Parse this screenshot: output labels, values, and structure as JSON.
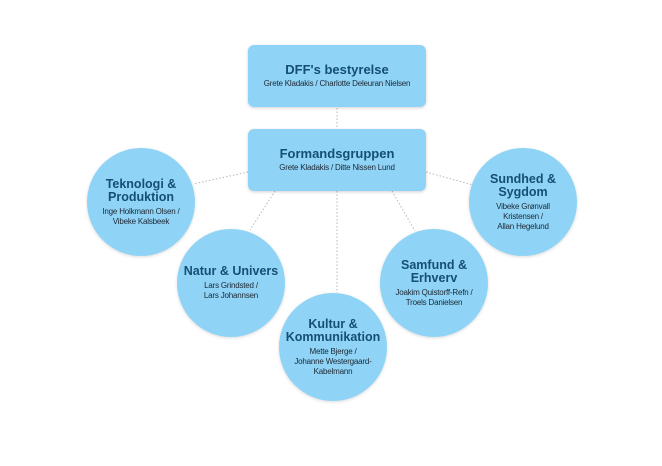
{
  "colors": {
    "node_fill": "#8fd4f6",
    "title": "#154f73",
    "connector": "#b8b8b8"
  },
  "board": {
    "title": "DFF's bestyrelse",
    "members": "Grete Kladakis / Charlotte Deleuran Nielsen"
  },
  "chairs": {
    "title": "Formandsgruppen",
    "members": "Grete Kladakis / Ditte Nissen Lund"
  },
  "groups": [
    {
      "title": "Teknologi & Produktion",
      "members": "Inge Holkmann Olsen /\nVibeke Kalsbeek"
    },
    {
      "title": "Natur & Univers",
      "members": "Lars Grindsted /\nLars Johannsen"
    },
    {
      "title": "Kultur & Kommunikation",
      "members": "Mette Bjerge /\nJohanne Westergaard-\nKabelmann"
    },
    {
      "title": "Samfund & Erhverv",
      "members": "Joakim Quistorff-Refn /\nTroels Danielsen"
    },
    {
      "title": "Sundhed & Sygdom",
      "members": "Vibeke Grønvall\nKristensen /\nAllan Hegelund"
    }
  ]
}
